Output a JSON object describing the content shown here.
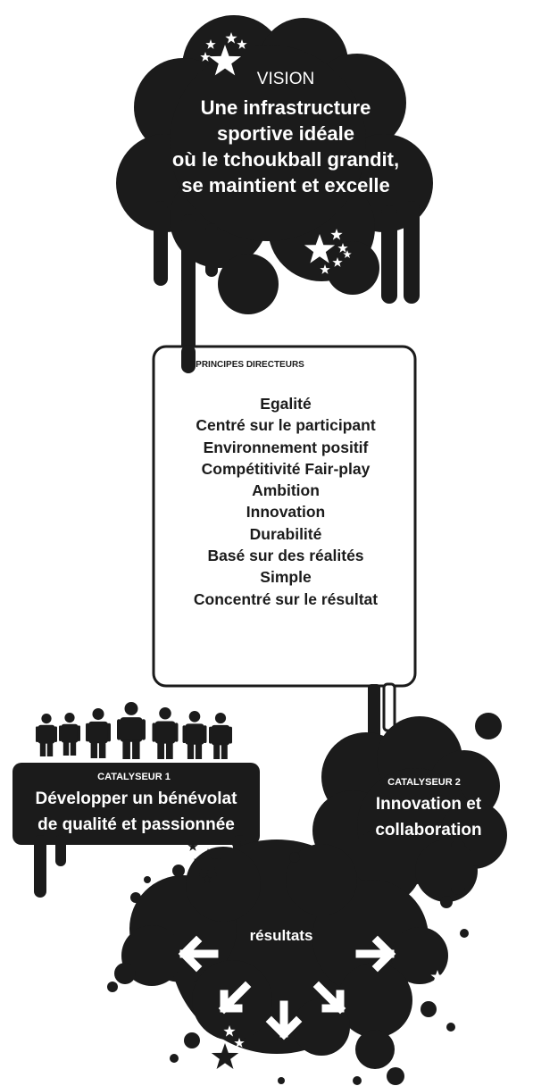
{
  "vision": {
    "heading": "VISION",
    "lines": [
      "Une infrastructure",
      "sportive idéale",
      "où le tchoukball grandit,",
      "se maintient et excelle"
    ]
  },
  "principles": {
    "heading": "PRINCIPES DIRECTEURS",
    "items": [
      "Egalité",
      "Centré sur le participant",
      "Environnement positif",
      "Compétitivité Fair-play",
      "Ambition",
      "Innovation",
      "Durabilité",
      "Basé sur des réalités",
      "Simple",
      "Concentré sur le résultat"
    ]
  },
  "catalyst1": {
    "heading": "CATALYSEUR 1",
    "lines": [
      "Développer un bénévolat",
      "de qualité et passionnée"
    ]
  },
  "catalyst2": {
    "heading": "CATALYSEUR 2",
    "lines": [
      "Innovation et",
      "collaboration"
    ]
  },
  "results": {
    "label": "résultats"
  },
  "colors": {
    "ink": "#1b1b1b",
    "paper": "#ffffff"
  }
}
